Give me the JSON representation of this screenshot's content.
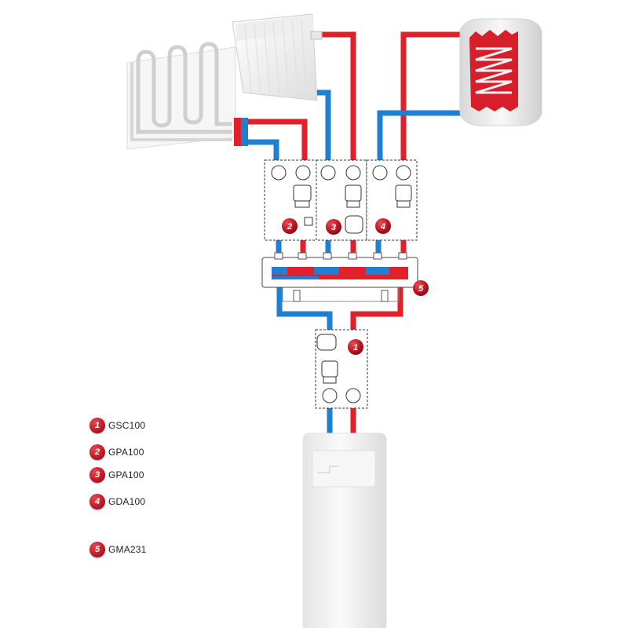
{
  "colors": {
    "hot_pipe": "#e0202a",
    "cold_pipe": "#1f7fd0",
    "badge": "#c0141e",
    "outline": "#333333",
    "appliance": "#f2f2f2"
  },
  "diagram": {
    "radiator": {
      "icon": "radiator-icon"
    },
    "floor_heating": {
      "icon": "floor-heating-coil-icon"
    },
    "hot_water_tank": {
      "icon": "hot-water-tank-icon"
    },
    "boiler": {
      "icon": "boiler-icon"
    },
    "modules": [
      {
        "badge": "2",
        "icon": "pump-group-icon"
      },
      {
        "badge": "3",
        "icon": "pump-group-icon"
      },
      {
        "badge": "4",
        "icon": "pump-group-icon"
      },
      {
        "badge": "1",
        "icon": "pump-group-icon"
      }
    ],
    "manifold": {
      "badge": "5",
      "icon": "manifold-icon"
    }
  },
  "legend": {
    "items": [
      {
        "num": "1",
        "label": "GSC100"
      },
      {
        "num": "2",
        "label": "GPA100"
      },
      {
        "num": "3",
        "label": "GPA100"
      },
      {
        "num": "4",
        "label": "GDA100"
      },
      {
        "num": "5",
        "label": "GMA231"
      }
    ]
  }
}
